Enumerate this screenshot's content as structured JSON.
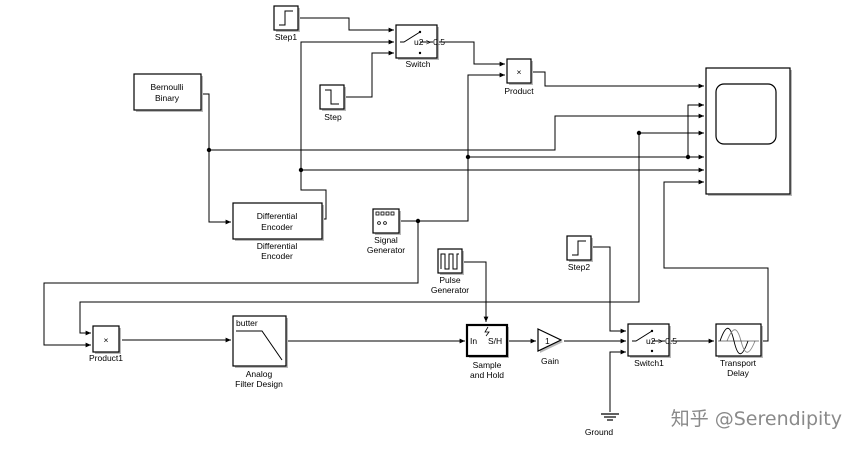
{
  "blocks": {
    "step1": {
      "label": "Step1"
    },
    "step": {
      "label": "Step"
    },
    "switch": {
      "label": "Switch",
      "condition": "u2 > 0.5"
    },
    "product": {
      "label": "Product",
      "symbol": "×"
    },
    "bernoulli": {
      "line1": "Bernoulli",
      "line2": "Binary"
    },
    "diff_encoder": {
      "line1": "Differential",
      "line2": "Encoder",
      "label1": "Differential",
      "label2": "Encoder"
    },
    "signal_generator": {
      "label1": "Signal",
      "label2": "Generator"
    },
    "pulse_generator": {
      "label1": "Pulse",
      "label2": "Generator"
    },
    "step2": {
      "label": "Step2"
    },
    "product1": {
      "label": "Product1",
      "symbol": "×"
    },
    "analog_filter": {
      "inner": "butter",
      "label1": "Analog",
      "label2": "Filter Design"
    },
    "sample_hold": {
      "in_port": "In",
      "inner": "S/H",
      "label1": "Sample",
      "label2": "and Hold"
    },
    "gain": {
      "value": "1",
      "label": "Gain"
    },
    "switch1": {
      "label": "Switch1",
      "condition": "u2 > 0.5"
    },
    "transport_delay": {
      "label1": "Transport",
      "label2": "Delay"
    },
    "ground": {
      "label": "Ground"
    }
  },
  "watermark": "知乎 @Serendipity"
}
